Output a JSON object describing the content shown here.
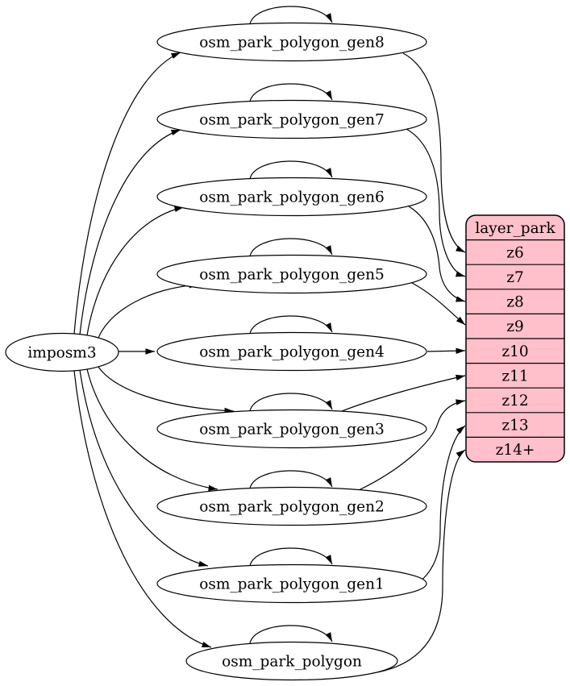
{
  "source": {
    "label": "imposm3"
  },
  "tables": [
    {
      "label": "osm_park_polygon_gen8",
      "self_loop": true,
      "maps_to": "z6"
    },
    {
      "label": "osm_park_polygon_gen7",
      "self_loop": true,
      "maps_to": "z7"
    },
    {
      "label": "osm_park_polygon_gen6",
      "self_loop": true,
      "maps_to": "z8"
    },
    {
      "label": "osm_park_polygon_gen5",
      "self_loop": true,
      "maps_to": "z9"
    },
    {
      "label": "osm_park_polygon_gen4",
      "self_loop": true,
      "maps_to": "z10"
    },
    {
      "label": "osm_park_polygon_gen3",
      "self_loop": true,
      "maps_to": "z11"
    },
    {
      "label": "osm_park_polygon_gen2",
      "self_loop": true,
      "maps_to": "z12"
    },
    {
      "label": "osm_park_polygon_gen1",
      "self_loop": true,
      "maps_to": "z13"
    },
    {
      "label": "osm_park_polygon",
      "self_loop": true,
      "maps_to": "z14+"
    }
  ],
  "layer": {
    "header": "layer_park",
    "rows": [
      "z6",
      "z7",
      "z8",
      "z9",
      "z10",
      "z11",
      "z12",
      "z13",
      "z14+"
    ]
  },
  "colors": {
    "background": "#ffffff",
    "node_fill": "#ffffff",
    "node_stroke": "#000000",
    "layer_fill": "#ffc0cb",
    "edge_color": "#000000",
    "text_color": "#000000"
  }
}
